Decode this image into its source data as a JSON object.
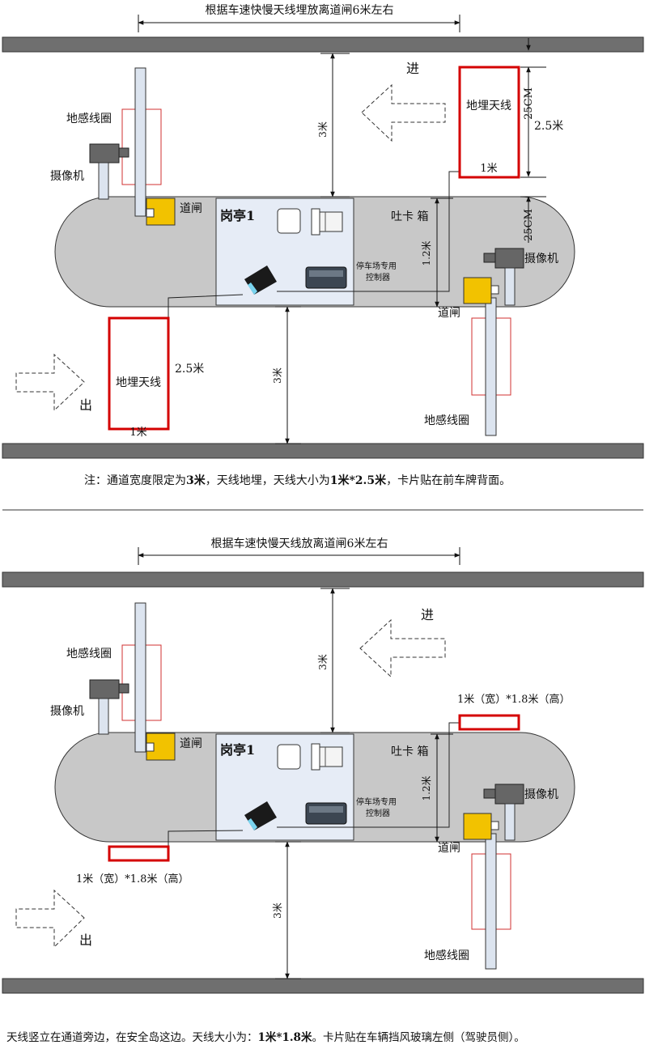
{
  "diagram1": {
    "top_dimension": "根据车速快慢天线埋放离道闸6米左右",
    "entry": "进",
    "exit": "出",
    "booth": "岗亭1",
    "card_box": "吐卡 箱",
    "controller": "停车场专用控制器",
    "controller_line1": "停车场专用",
    "controller_line2": "控制器",
    "gate_left": "道闸",
    "gate_right": "道闸",
    "loop_left": "地感线圈",
    "loop_right": "地感线圈",
    "camera_left": "摄像机",
    "camera_right": "摄像机",
    "antenna_top": "地埋天线",
    "antenna_bottom": "地埋天线",
    "dim_3m_top": "3米",
    "dim_3m_bottom": "3米",
    "dim_1_2m": "1.2米",
    "dim_25cm_a": "25CM",
    "dim_25cm_b": "25CM",
    "dim_2_5m_top": "2.5米",
    "dim_2_5m_bottom": "2.5米",
    "dim_1m_top": "1米",
    "dim_1m_bottom": "1米",
    "note": {
      "p1": "注：通道宽度限定为",
      "b1": "3米",
      "p2": "，天线地埋，天线大小为",
      "b2": "1米*2.5米",
      "p3": "，卡片贴在前车牌背面。"
    }
  },
  "diagram2": {
    "top_dimension": "根据车速快慢天线放离道闸6米左右",
    "entry": "进",
    "exit": "出",
    "booth": "岗亭1",
    "card_box": "吐卡 箱",
    "controller_line1": "停车场专用",
    "controller_line2": "控制器",
    "gate_left": "道闸",
    "gate_right": "道闸",
    "loop_left": "地感线圈",
    "loop_right": "地感线圈",
    "camera_left": "摄像机",
    "camera_right": "摄像机",
    "antenna_size_right": "1米（宽）*1.8米（高）",
    "antenna_size_left": "1米（宽）*1.8米（高）",
    "dim_3m_top": "3米",
    "dim_3m_bottom": "3米",
    "dim_1_2m": "1.2米",
    "note": {
      "p1": "天线竖立在通道旁边，在安全岛这边。天线大小为：",
      "b1": "1米*1.8米",
      "p2": "。卡片贴在车辆挡风玻璃左侧（驾驶员侧）。"
    }
  },
  "colors": {
    "road": "#6f6f6f",
    "island": "#c8c8c8",
    "booth": "#e6ecf6",
    "antenna": "#d40000",
    "loop": "#d03030",
    "gate": "#f2c200",
    "pole": "#dce4ef",
    "camera": "#666666"
  }
}
